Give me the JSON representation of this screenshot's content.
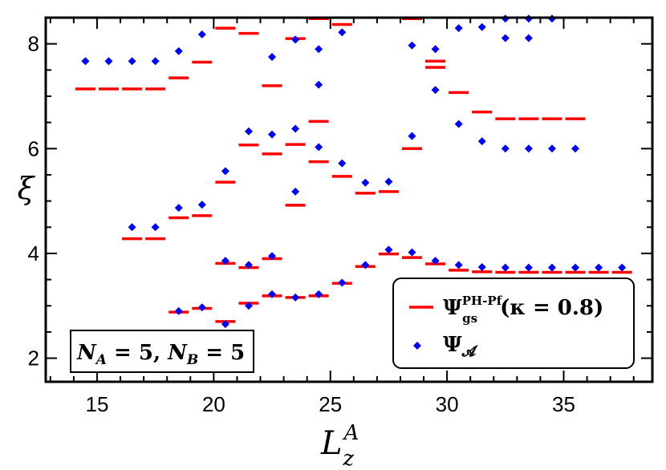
{
  "chart_data": {
    "type": "scatter",
    "xlabel": "L",
    "xlabel_sup": "A",
    "xlabel_sub": "z",
    "ylabel": "ξ",
    "xlim": [
      12.8,
      38.8
    ],
    "ylim": [
      1.55,
      8.5
    ],
    "xticks": [
      15,
      20,
      25,
      30,
      35
    ],
    "yticks": [
      2,
      4,
      6,
      8
    ],
    "grid": false,
    "legend_position": "lower-right",
    "series": [
      {
        "marker": "dash",
        "color": "#ff0000",
        "legend_main": "Ψ",
        "legend_sup": "PH-Pf",
        "legend_sub": "gs",
        "legend_rest": "(κ = 0.8)",
        "points": [
          [
            14.5,
            7.14
          ],
          [
            15.5,
            7.14
          ],
          [
            16.5,
            7.14
          ],
          [
            17.5,
            7.14
          ],
          [
            16.5,
            4.28
          ],
          [
            17.5,
            4.28
          ],
          [
            18.5,
            7.35
          ],
          [
            18.5,
            4.68
          ],
          [
            18.5,
            2.88
          ],
          [
            19.5,
            7.65
          ],
          [
            19.5,
            4.72
          ],
          [
            19.5,
            2.95
          ],
          [
            20.5,
            8.3
          ],
          [
            20.5,
            5.36
          ],
          [
            20.5,
            3.81
          ],
          [
            20.5,
            2.7
          ],
          [
            21.5,
            8.2
          ],
          [
            21.5,
            6.07
          ],
          [
            21.5,
            3.73
          ],
          [
            21.5,
            3.05
          ],
          [
            22.5,
            7.2
          ],
          [
            22.5,
            5.9
          ],
          [
            22.5,
            3.9
          ],
          [
            22.5,
            3.19
          ],
          [
            23.5,
            8.1
          ],
          [
            23.5,
            6.08
          ],
          [
            23.5,
            4.92
          ],
          [
            23.5,
            3.16
          ],
          [
            24.5,
            8.48
          ],
          [
            24.5,
            6.52
          ],
          [
            24.5,
            5.75
          ],
          [
            24.5,
            3.19
          ],
          [
            25.5,
            8.37
          ],
          [
            25.5,
            5.47
          ],
          [
            25.5,
            3.43
          ],
          [
            26.5,
            5.15
          ],
          [
            26.5,
            3.75
          ],
          [
            27.5,
            5.18
          ],
          [
            27.5,
            3.99
          ],
          [
            28.5,
            8.48
          ],
          [
            28.5,
            6.0
          ],
          [
            28.5,
            3.92
          ],
          [
            29.5,
            7.67
          ],
          [
            29.5,
            7.55
          ],
          [
            29.5,
            3.8
          ],
          [
            30.5,
            7.07
          ],
          [
            30.5,
            3.68
          ],
          [
            31.5,
            6.7
          ],
          [
            31.5,
            3.65
          ],
          [
            32.5,
            6.57
          ],
          [
            32.5,
            3.64
          ],
          [
            33.5,
            6.57
          ],
          [
            33.5,
            3.64
          ],
          [
            34.5,
            6.57
          ],
          [
            34.5,
            3.64
          ],
          [
            35.5,
            6.57
          ],
          [
            35.5,
            3.64
          ],
          [
            36.5,
            3.64
          ],
          [
            37.5,
            3.64
          ]
        ]
      },
      {
        "marker": "diamond",
        "color": "#0000ff",
        "legend_main": "Ψ",
        "legend_sub": "𝓐",
        "points": [
          [
            14.5,
            7.67
          ],
          [
            15.5,
            7.67
          ],
          [
            16.5,
            7.67
          ],
          [
            17.5,
            7.67
          ],
          [
            16.5,
            4.5
          ],
          [
            17.5,
            4.5
          ],
          [
            18.5,
            7.86
          ],
          [
            18.5,
            4.87
          ],
          [
            18.5,
            2.9
          ],
          [
            19.5,
            8.18
          ],
          [
            19.5,
            4.93
          ],
          [
            19.5,
            2.97
          ],
          [
            20.5,
            5.57
          ],
          [
            20.5,
            3.86
          ],
          [
            20.5,
            2.65
          ],
          [
            21.5,
            6.33
          ],
          [
            21.5,
            3.78
          ],
          [
            21.5,
            3.0
          ],
          [
            22.5,
            7.75
          ],
          [
            22.5,
            6.27
          ],
          [
            22.5,
            3.95
          ],
          [
            22.5,
            3.22
          ],
          [
            23.5,
            8.08
          ],
          [
            23.5,
            6.38
          ],
          [
            23.5,
            5.18
          ],
          [
            23.5,
            3.16
          ],
          [
            24.5,
            7.9
          ],
          [
            24.5,
            7.22
          ],
          [
            24.5,
            6.03
          ],
          [
            24.5,
            3.22
          ],
          [
            25.5,
            8.22
          ],
          [
            25.5,
            5.72
          ],
          [
            25.5,
            3.44
          ],
          [
            26.5,
            5.35
          ],
          [
            26.5,
            3.78
          ],
          [
            27.5,
            5.37
          ],
          [
            27.5,
            4.07
          ],
          [
            28.5,
            7.97
          ],
          [
            28.5,
            6.24
          ],
          [
            28.5,
            4.02
          ],
          [
            29.5,
            7.9
          ],
          [
            29.5,
            7.12
          ],
          [
            29.5,
            3.86
          ],
          [
            30.5,
            8.3
          ],
          [
            30.5,
            6.47
          ],
          [
            30.5,
            3.78
          ],
          [
            31.5,
            8.32
          ],
          [
            31.5,
            6.14
          ],
          [
            31.5,
            3.74
          ],
          [
            32.5,
            8.48
          ],
          [
            32.5,
            8.11
          ],
          [
            32.5,
            6.0
          ],
          [
            32.5,
            3.73
          ],
          [
            33.5,
            8.48
          ],
          [
            33.5,
            8.11
          ],
          [
            33.5,
            6.0
          ],
          [
            33.5,
            3.73
          ],
          [
            34.5,
            8.48
          ],
          [
            34.5,
            6.0
          ],
          [
            34.5,
            3.73
          ],
          [
            35.5,
            6.0
          ],
          [
            35.5,
            3.73
          ],
          [
            36.5,
            3.73
          ],
          [
            37.5,
            3.73
          ]
        ]
      }
    ],
    "annotation": {
      "n_a_label": "N",
      "n_a_sub": "A",
      "n_a_value": " = 5, ",
      "n_b_label": "N",
      "n_b_sub": "B",
      "n_b_value": " = 5"
    }
  }
}
